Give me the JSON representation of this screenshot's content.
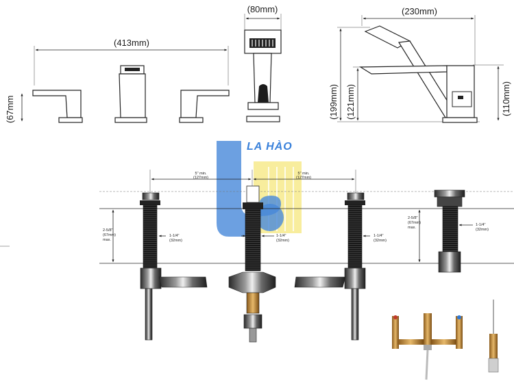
{
  "top_drawing": {
    "height_left": "(67mm",
    "width_total": "(413mm)",
    "spout_width": "(80mm)",
    "side_depth": "(230mm)",
    "height_199": "(199mm)",
    "height_121": "(121mm)",
    "height_110": "(110mm)"
  },
  "watermark": {
    "brand_text": "LA HÀO",
    "colors": {
      "blue": "#2e78d6",
      "yellow": "#f4e36a"
    }
  },
  "install_drawing": {
    "spacing_label": "5\" min.",
    "spacing_mm": "(127mm)",
    "depth_label": "2-5/8\"",
    "depth_mm": "(67mm)",
    "depth_max": "max.",
    "hole_label": "1-1/4\"",
    "hole_mm": "(32mm)"
  }
}
